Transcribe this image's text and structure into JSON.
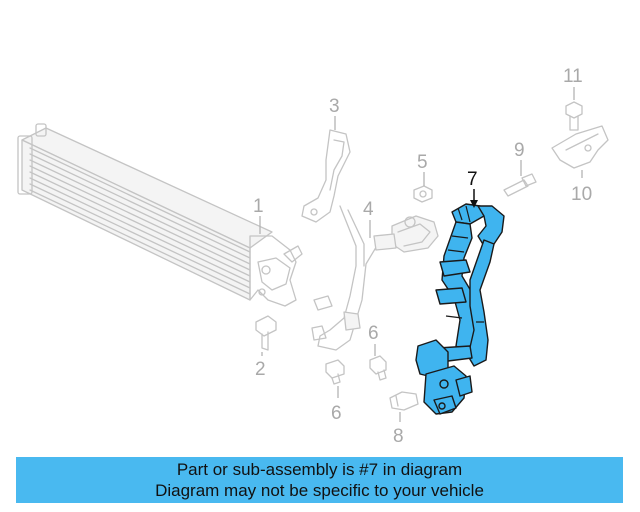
{
  "colors": {
    "highlight": "#3fb4ef",
    "banner": "#49b9f0",
    "ghost": "#c4c4c4"
  },
  "callouts": {
    "c1": "1",
    "c2": "2",
    "c3": "3",
    "c4": "4",
    "c5": "5",
    "c6a": "6",
    "c6b": "6",
    "c7": "7",
    "c8": "8",
    "c9": "9",
    "c10": "10",
    "c11": "11"
  },
  "highlighted_part": "7",
  "banner": {
    "line1": "Part or sub-assembly is #7 in diagram",
    "line2": "Diagram may not be specific to your vehicle"
  }
}
